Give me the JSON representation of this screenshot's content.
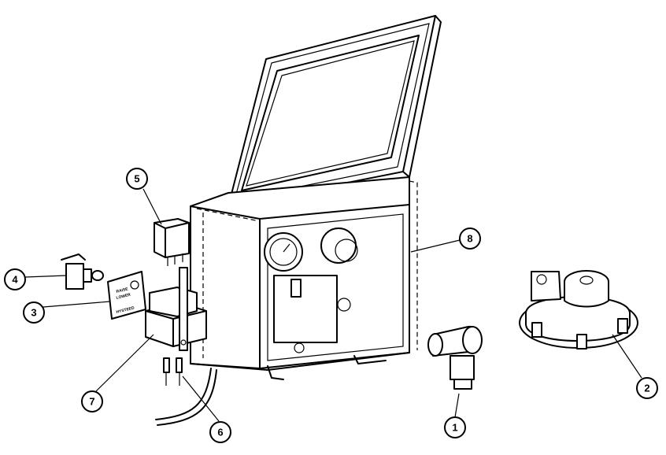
{
  "callouts": [
    {
      "id": "1",
      "part": "filter-fitting"
    },
    {
      "id": "2",
      "part": "regulator-valve"
    },
    {
      "id": "3",
      "part": "switch-label-plate"
    },
    {
      "id": "4",
      "part": "toggle-switch"
    },
    {
      "id": "5",
      "part": "relay"
    },
    {
      "id": "6",
      "part": "terminals"
    },
    {
      "id": "7",
      "part": "relay-bracket"
    },
    {
      "id": "8",
      "part": "enclosure"
    }
  ],
  "plate_text": {
    "line1": "RAISE",
    "line2": "LOWER",
    "logo": "HYSTEED"
  }
}
